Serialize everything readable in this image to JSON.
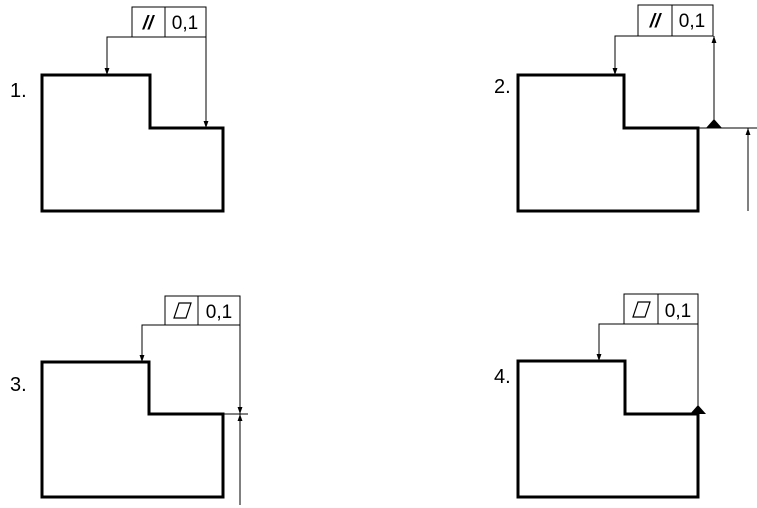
{
  "figures": [
    {
      "number": "1.",
      "symbol": "//",
      "tolerance": "0,1"
    },
    {
      "number": "2.",
      "symbol": "//",
      "tolerance": "0,1"
    },
    {
      "number": "3.",
      "symbol": "flatness",
      "tolerance": "0,1"
    },
    {
      "number": "4.",
      "symbol": "flatness",
      "tolerance": "0,1"
    }
  ]
}
